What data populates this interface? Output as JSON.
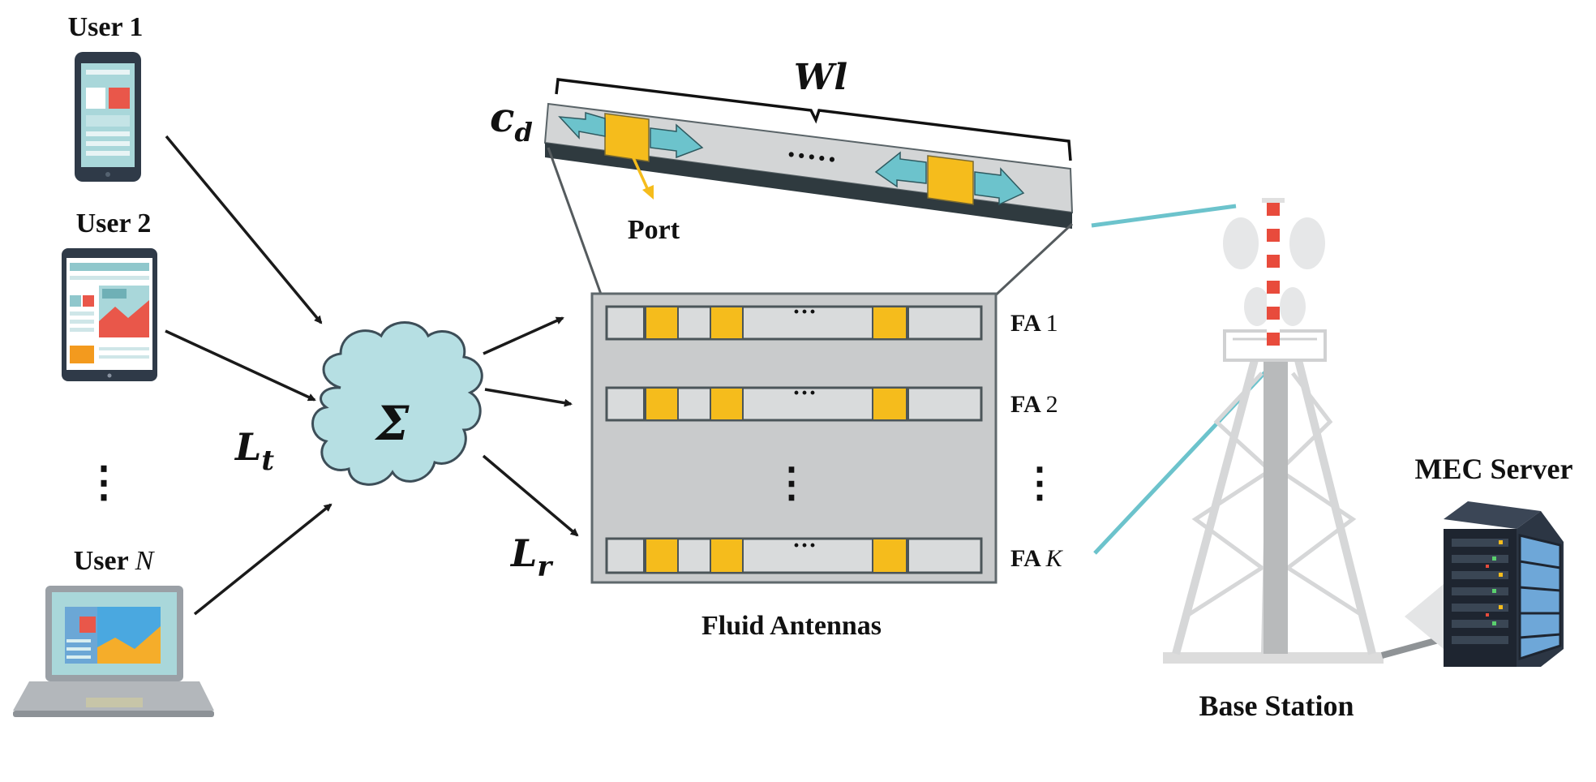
{
  "users": {
    "user1": "User 1",
    "user2": "User 2",
    "userN_prefix": "User ",
    "userN_var": "N",
    "dots": "⋮"
  },
  "channels": {
    "transmit_loss": {
      "base": "L",
      "sub": "t"
    },
    "receive_loss": {
      "base": "L",
      "sub": "r"
    }
  },
  "sum_node": {
    "symbol": "Σ"
  },
  "fluid_antenna_detail": {
    "width_label": "Wl",
    "corner_label": {
      "base": "c",
      "sub": "d"
    },
    "dots": "·····",
    "port_label": "Port"
  },
  "fluid_antennas": {
    "title": "Fluid Antennas",
    "rows": [
      {
        "prefix": "FA ",
        "index": "1",
        "dots": "···"
      },
      {
        "prefix": "FA ",
        "index": "2",
        "dots": "···"
      },
      {
        "prefix": "FA ",
        "index": "K",
        "dots": "···"
      }
    ],
    "vdots": "⋮"
  },
  "base_station": {
    "label": "Base Station"
  },
  "mec_server": {
    "label": "MEC Server"
  },
  "colors": {
    "port": "#f5bc1c",
    "arrow_teal": "#6cc3cc",
    "cloud": "#b6dfe3",
    "panel": "#c9cbcc",
    "tower_red": "#e84b3c"
  }
}
